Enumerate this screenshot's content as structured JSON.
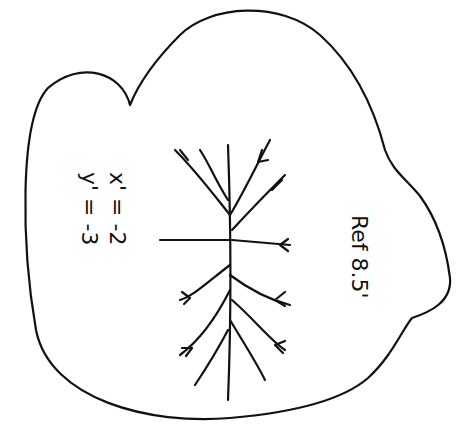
{
  "diagram": {
    "labels": [
      "x' = -2",
      "y' = -3",
      "Ref 8.5'"
    ]
  }
}
